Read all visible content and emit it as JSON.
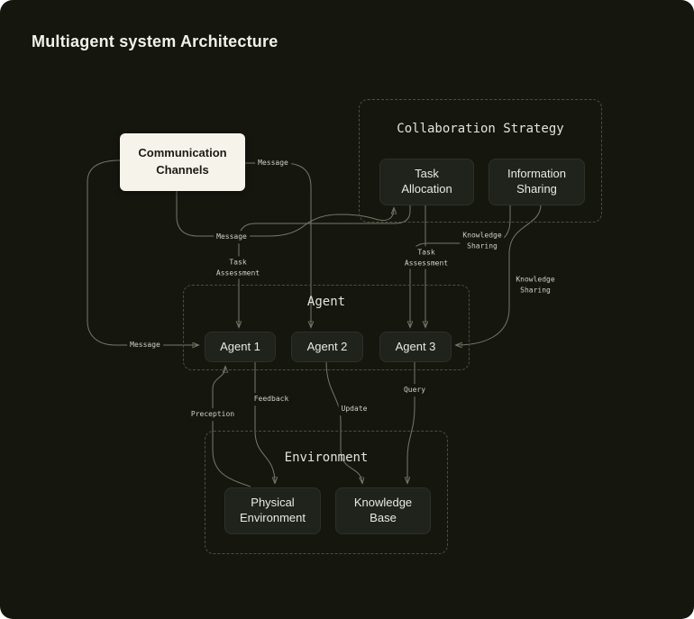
{
  "title": "Multiagent system Architecture",
  "colors": {
    "bg": "#15170f",
    "node_bg": "#20231c",
    "node_border": "#2d3029",
    "node_text": "#e9eae1",
    "group_border": "#4b4e44",
    "group_title": "#e3e4da",
    "cc_bg": "#f6f3ea",
    "cc_text": "#191b14",
    "edge": "#767869",
    "arrow": "#c9cbc1",
    "label": "#cfd1c6",
    "title": "#f2f2ec"
  },
  "nodes": {
    "communication_channels": "Communication Channels"
  },
  "groups": {
    "collaboration_strategy": {
      "title": "Collaboration Strategy",
      "task_allocation": "Task Allocation",
      "information_sharing": "Information Sharing"
    },
    "agent": {
      "title": "Agent",
      "agent_1": "Agent 1",
      "agent_2": "Agent 2",
      "agent_3": "Agent 3"
    },
    "environment": {
      "title": "Environment",
      "physical_environment": "Physical Environment",
      "knowledge_base": "Knowledge Base"
    }
  },
  "edge_labels": {
    "message_to_collab": "Message",
    "message_mid": "Message",
    "message_to_agent1": "Message",
    "task_assessment_left": "Task\nAssessment",
    "task_assessment_right": "Task\nAssessment",
    "knowledge_sharing_upper": "Knowledge\nSharing",
    "knowledge_sharing_right": "Knowledge\nSharing",
    "feedback": "Feedback",
    "preception": "Preception",
    "update": "Update",
    "query": "Query"
  }
}
